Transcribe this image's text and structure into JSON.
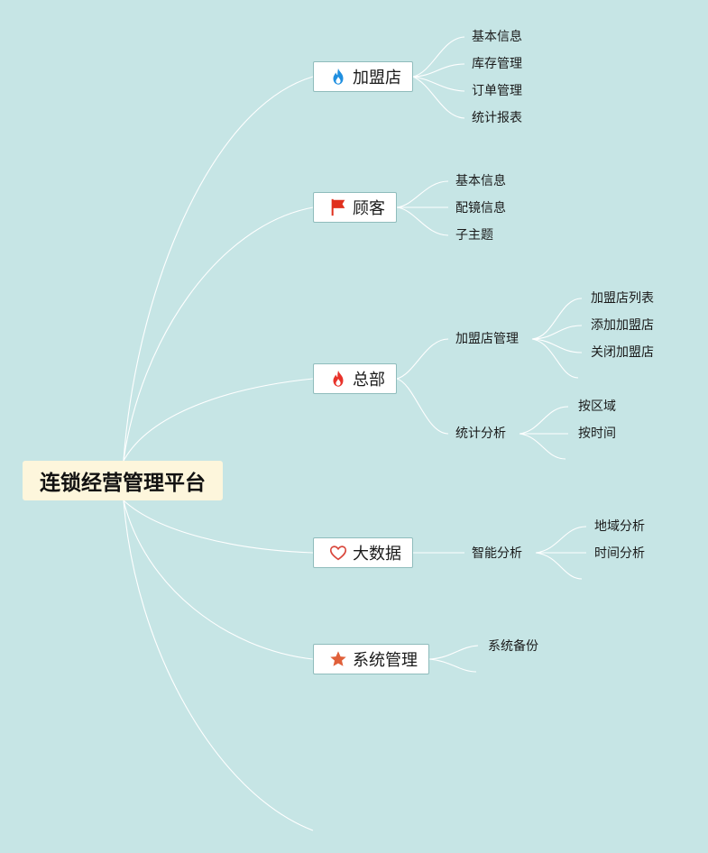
{
  "mindmap": {
    "root": "连锁经营管理平台",
    "branches": [
      {
        "label": "加盟店",
        "icon": "flame-blue-icon",
        "children": [
          "基本信息",
          "库存管理",
          "订单管理",
          "统计报表"
        ]
      },
      {
        "label": "顾客",
        "icon": "red-flag-icon",
        "children": [
          "基本信息",
          "配镜信息",
          "子主题"
        ]
      },
      {
        "label": "总部",
        "icon": "flame-red-icon",
        "groups": [
          {
            "label": "加盟店管理",
            "children": [
              "加盟店列表",
              "添加加盟店",
              "关闭加盟店"
            ]
          },
          {
            "label": "统计分析",
            "children": [
              "按区域",
              "按时间"
            ]
          }
        ]
      },
      {
        "label": "大数据",
        "icon": "heart-icon",
        "groups": [
          {
            "label": "智能分析",
            "children": [
              "地域分析",
              "时间分析"
            ]
          }
        ]
      },
      {
        "label": "系统管理",
        "icon": "star-icon",
        "children": [
          "系统备份"
        ]
      }
    ]
  }
}
